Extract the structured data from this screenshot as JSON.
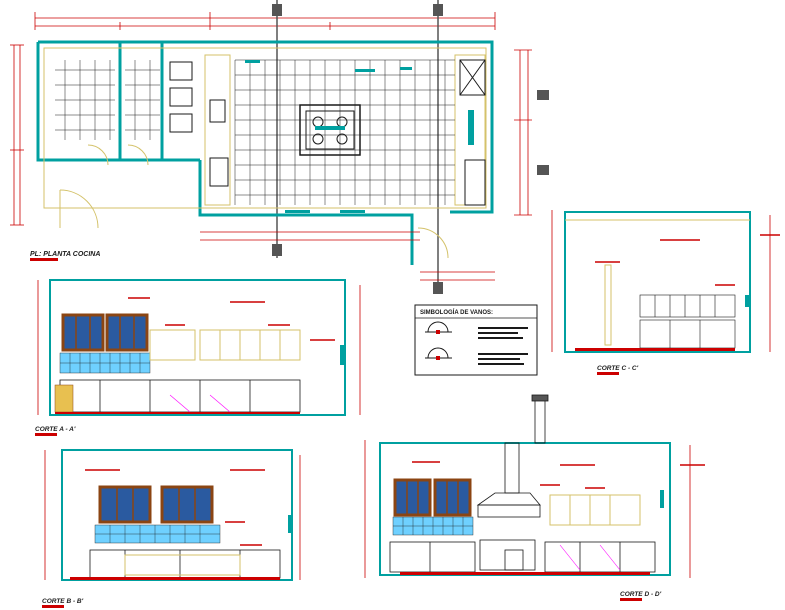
{
  "drawing": {
    "plan_title": "PL: PLANTA COCINA",
    "legend_title": "SIMBOLOGÍA DE VANOS:",
    "section_a": "CORTE A - A'",
    "section_b": "CORTE B - B'",
    "section_c": "CORTE C - C'",
    "section_d": "CORTE D - D'"
  },
  "colors": {
    "wall": "#00a0a0",
    "grid": "#1a1a1a",
    "dimension": "#cc0000",
    "outline": "#d4c26a",
    "window_frame": "#8b4513",
    "window_glass": "#2a5aa0",
    "tile": "#6fd0ff",
    "magenta": "#ff00ff",
    "label_underline": "#cc0000"
  }
}
